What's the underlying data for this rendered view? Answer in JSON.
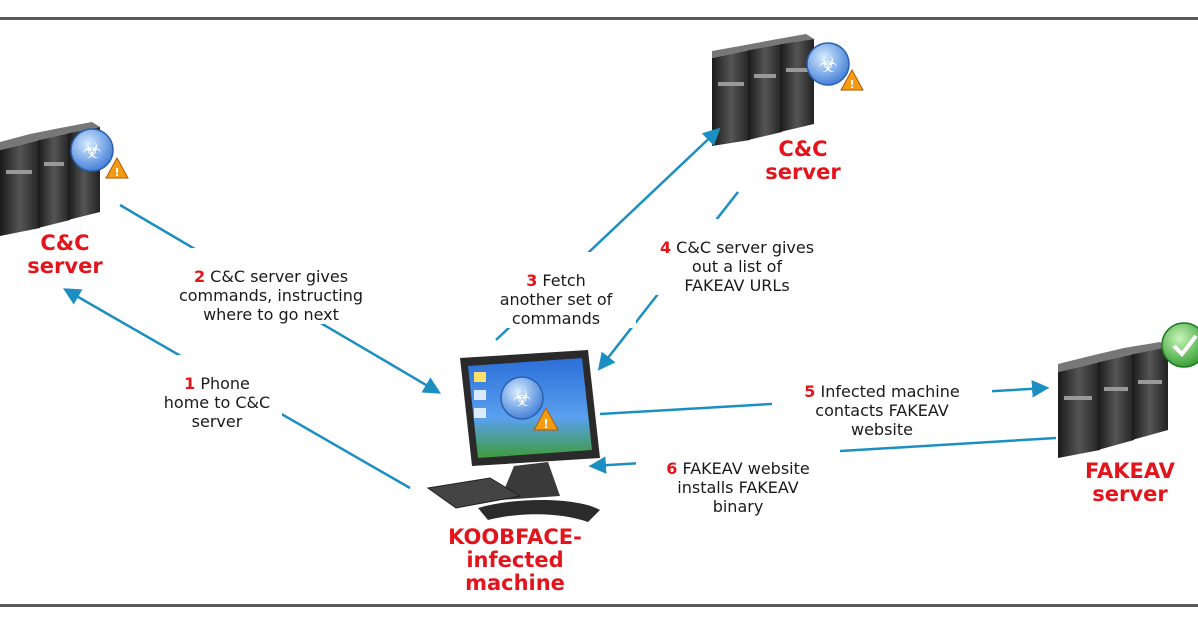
{
  "nodes": {
    "cnc_left": {
      "title": "C&C\nserver"
    },
    "cnc_right": {
      "title": "C&C\nserver"
    },
    "infected": {
      "title": "KOOBFACE-\ninfected\nmachine"
    },
    "fakeav": {
      "title": "FAKEAV\nserver"
    }
  },
  "steps": [
    {
      "num": "1",
      "text": "Phone\nhome to C&C\nserver"
    },
    {
      "num": "2",
      "text": "C&C server gives\ncommands, instructing\nwhere to go next"
    },
    {
      "num": "3",
      "text": "Fetch\nanother set of\ncommands"
    },
    {
      "num": "4",
      "text": "C&C server gives\nout a list of\nFAKEAV URLs"
    },
    {
      "num": "5",
      "text": "Infected machine\ncontacts FAKEAV\nwebsite"
    },
    {
      "num": "6",
      "text": "FAKEAV website\ninstalls FAKEAV\nbinary"
    }
  ],
  "colors": {
    "arrow": "#1b8fc2",
    "accent_red": "#e3141b",
    "frame": "#5a5a5a"
  },
  "icons": [
    "server-rack-icon",
    "biohazard-icon",
    "warning-icon",
    "desktop-computer-icon",
    "keyboard-icon",
    "shield-check-icon"
  ]
}
